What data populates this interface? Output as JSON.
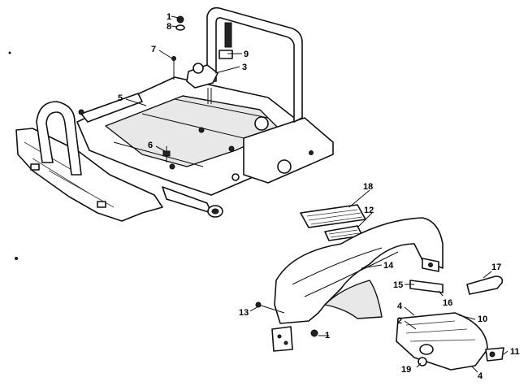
{
  "diagram": {
    "callouts": [
      {
        "id": "c1a",
        "label": "1"
      },
      {
        "id": "c8",
        "label": "8"
      },
      {
        "id": "c9",
        "label": "9"
      },
      {
        "id": "c7",
        "label": "7"
      },
      {
        "id": "c3",
        "label": "3"
      },
      {
        "id": "c5",
        "label": "5"
      },
      {
        "id": "c6",
        "label": "6"
      },
      {
        "id": "c18",
        "label": "18"
      },
      {
        "id": "c12",
        "label": "12"
      },
      {
        "id": "c14",
        "label": "14"
      },
      {
        "id": "c17",
        "label": "17"
      },
      {
        "id": "c15",
        "label": "15"
      },
      {
        "id": "c16",
        "label": "16"
      },
      {
        "id": "c13",
        "label": "13"
      },
      {
        "id": "c4a",
        "label": "4"
      },
      {
        "id": "c10",
        "label": "10"
      },
      {
        "id": "c2",
        "label": "2"
      },
      {
        "id": "c1b",
        "label": "1"
      },
      {
        "id": "c11",
        "label": "11"
      },
      {
        "id": "c19",
        "label": "19"
      },
      {
        "id": "c4b",
        "label": "4"
      }
    ]
  }
}
